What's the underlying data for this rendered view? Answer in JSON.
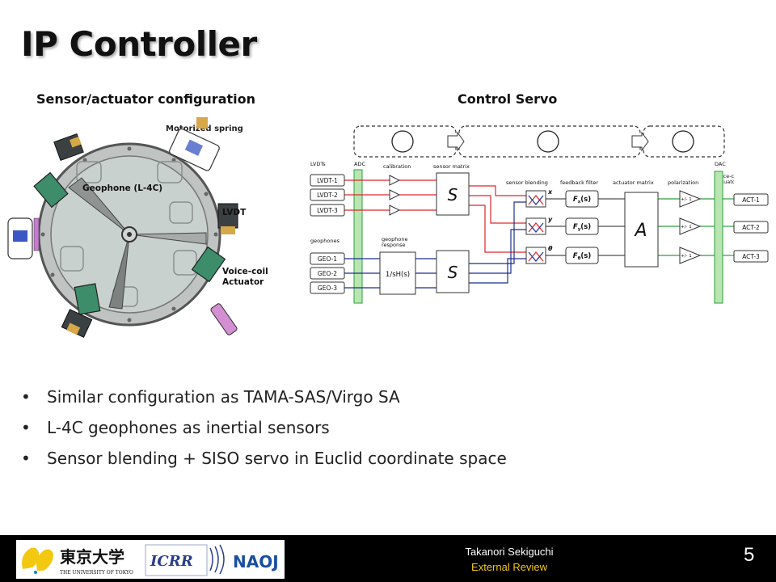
{
  "slide": {
    "title": "IP Controller",
    "left_heading": "Sensor/actuator configuration",
    "right_heading": "Control Servo",
    "bullets": [
      "Similar configuration as TAMA-SAS/Virgo SA",
      "L-4C geophones as inertial sensors",
      "Sensor blending + SISO servo in Euclid coordinate space"
    ],
    "page_number": "5"
  },
  "config_figure": {
    "labels": {
      "motorized_spring": "Motorized spring",
      "geophone": "Geophone (L-4C)",
      "lvdt": "LVDT",
      "voice_coil_1": "Voice-coil",
      "voice_coil_2": "Actuator"
    }
  },
  "servo_diagram": {
    "lvdts_label": "LVDTs",
    "adc_label": "ADC",
    "dac_label": "DAC",
    "calibration_label": "calibration",
    "sensor_matrix_label": "sensor matrix",
    "sensor_blending_label": "sensor blending",
    "feedback_filter_label": "feedback filter",
    "actuator_matrix_label": "actuator matrix",
    "polarization_label": "polarization",
    "voice_coil_label_1": "voice-coil",
    "voice_coil_label_2": "actuators",
    "geophones_label": "geophones",
    "geophone_response_1": "geophone",
    "geophone_response_2": "response",
    "lvdt_inputs": [
      "LVDT-1",
      "LVDT-2",
      "LVDT-3"
    ],
    "geo_inputs": [
      "GEO-1",
      "GEO-2",
      "GEO-3"
    ],
    "act_outputs": [
      "ACT-1",
      "ACT-2",
      "ACT-3"
    ],
    "sensor_matrix_symbol": "S",
    "actuator_matrix_symbol": "A",
    "geophone_tf": "1/sH(s)",
    "dofs": [
      "x",
      "y",
      "θ"
    ],
    "filters": [
      "F",
      "F",
      "F"
    ],
    "filter_subscripts": [
      "x",
      "y",
      "θ"
    ],
    "filter_suffix": "(s)",
    "polarization_value": "+/- 1",
    "colors": {
      "lvdt": "#e0252a",
      "geo": "#1b2f8f",
      "green": "#2f9e3f",
      "adc_fill": "#b9e6b0"
    }
  },
  "footer": {
    "presenter": "Takanori Sekiguchi",
    "event": "External Review",
    "logo_utokyo_kanji": "東京大学",
    "logo_utokyo_text": "THE UNIVERSITY OF TOKYO",
    "logo_icrr": "ICRR",
    "logo_naoj": "NAOJ"
  }
}
